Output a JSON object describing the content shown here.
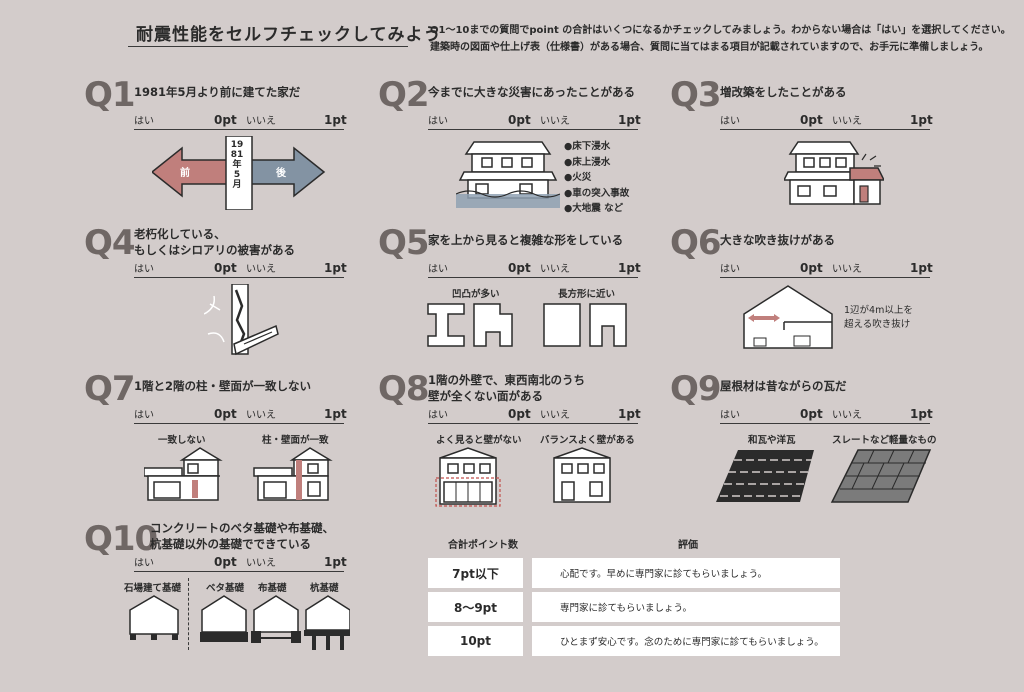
{
  "header": {
    "title": "耐震性能をセルフチェックしてみよう",
    "intro_line1": "Q1～10までの質問でpoint の合計はいくつになるかチェックしてみましょう。わからない場合は「はい」を選択してください。",
    "intro_line2": "建築時の図面や仕上げ表（仕様書）がある場合、質問に当てはまる項目が記載されていますので、お手元に準備しましょう。"
  },
  "answer_labels": {
    "yes": "はい",
    "no": "いいえ",
    "yes_pt": "0pt",
    "no_pt": "1pt"
  },
  "questions": [
    {
      "num": "Q1",
      "text": "1981年5月より前に建てた家だ"
    },
    {
      "num": "Q2",
      "text": "今までに大きな災害にあったことがある"
    },
    {
      "num": "Q3",
      "text": "増改築をしたことがある"
    },
    {
      "num": "Q4",
      "text1": "老朽化している、",
      "text2": "もしくはシロアリの被害がある"
    },
    {
      "num": "Q5",
      "text": "家を上から見ると複雑な形をしている"
    },
    {
      "num": "Q6",
      "text": "大きな吹き抜けがある"
    },
    {
      "num": "Q7",
      "text": "1階と2階の柱・壁面が一致しない"
    },
    {
      "num": "Q8",
      "text1": "1階の外壁で、東西南北のうち",
      "text2": "壁が全くない面がある"
    },
    {
      "num": "Q9",
      "text": "屋根材は昔ながらの瓦だ"
    },
    {
      "num": "Q10",
      "text1": "コンクリートのベタ基礎や布基礎、",
      "text2": "杭基礎以外の基礎でできている"
    }
  ],
  "q1": {
    "before": "前",
    "after": "後",
    "date": "1981年5月"
  },
  "q2": {
    "disasters": [
      "●床下浸水",
      "●床上浸水",
      "●火災",
      "●車の突入事故",
      "●大地震 など"
    ]
  },
  "q5": {
    "left": "凹凸が多い",
    "right": "長方形に近い"
  },
  "q6": {
    "note1": "1辺が4m以上を",
    "note2": "超える吹き抜け"
  },
  "q7": {
    "left": "一致しない",
    "right": "柱・壁面が一致"
  },
  "q8": {
    "left": "よく見ると壁がない",
    "right": "バランスよく壁がある"
  },
  "q9": {
    "left": "和瓦や洋瓦",
    "right": "スレートなど軽量なもの"
  },
  "q10": {
    "types": [
      "石場建て基礎",
      "ベタ基礎",
      "布基礎",
      "杭基礎"
    ]
  },
  "table": {
    "col1": "合計ポイント数",
    "col2": "評価",
    "rows": [
      {
        "points": "7pt以下",
        "eval": "心配です。早めに専門家に診てもらいましょう。"
      },
      {
        "points": "8～9pt",
        "eval": "専門家に診てもらいましょう。"
      },
      {
        "points": "10pt",
        "eval": "ひとまず安心です。念のために専門家に診てもらいましょう。"
      }
    ]
  },
  "colors": {
    "background": "#d3cccb",
    "qnum": "#6f6765",
    "before_arrow": "#c07f7c",
    "after_arrow": "#8393a3"
  }
}
